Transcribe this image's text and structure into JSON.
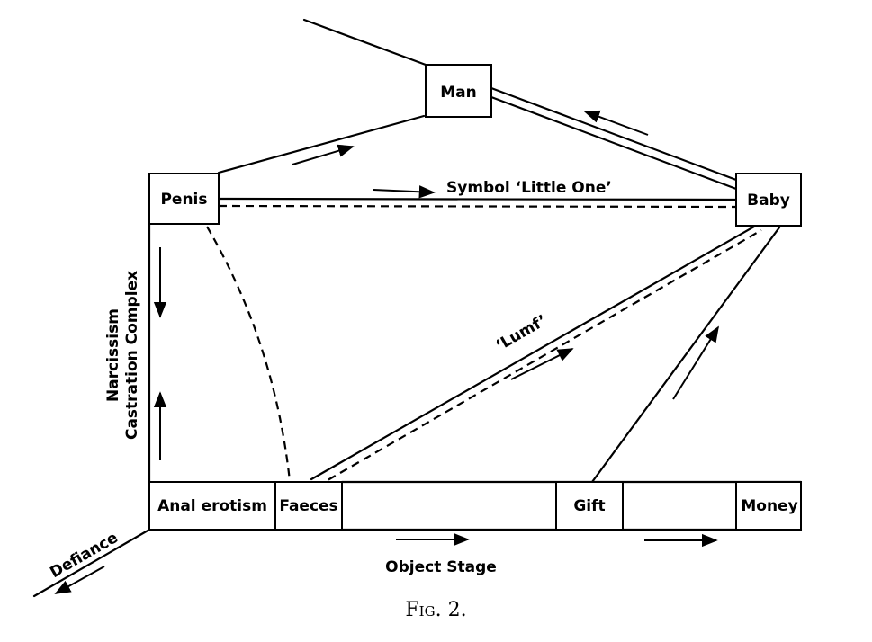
{
  "nodes": {
    "man": "Man",
    "penis": "Penis",
    "baby": "Baby",
    "anal_erotism": "Anal erotism",
    "faeces": "Faeces",
    "gift": "Gift",
    "money": "Money"
  },
  "edge_labels": {
    "symbol": "Symbol ‘Little One’",
    "lumf": "‘Lumf’",
    "object_stage": "Object Stage",
    "defiance": "Defiance",
    "narcissism": "Narcissism",
    "castration_complex": "Castration Complex"
  },
  "caption": "Fig. 2."
}
